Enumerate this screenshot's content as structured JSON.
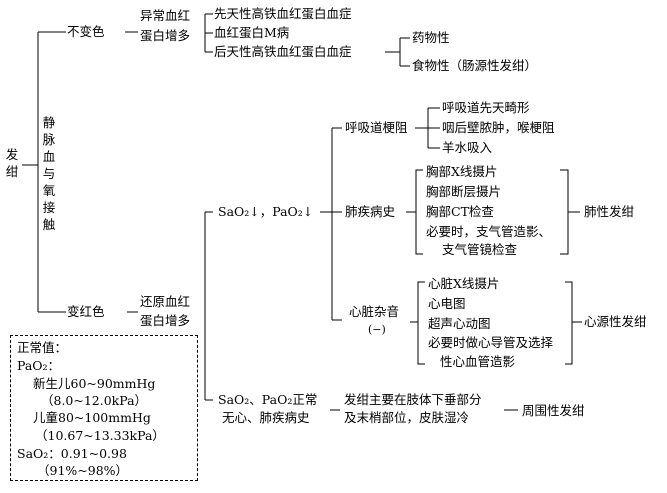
{
  "root": "发绀",
  "contact": "静脉血与氧接触",
  "noColorChange": "不变色",
  "abnormalHb": [
    "异常血红",
    "蛋白增多"
  ],
  "abnormalItems": [
    "先天性高铁血红蛋白血症",
    "血红蛋白M病",
    "后天性高铁血红蛋白血症"
  ],
  "acquiredCauses": [
    "药物性",
    "食物性（肠源性发绀）"
  ],
  "turnsRed": "变红色",
  "reducedHb": [
    "还原血红",
    "蛋白增多"
  ],
  "sao2Cond": "SaO₂↓，PaO₂↓",
  "respObstruction": "呼吸道梗阻",
  "respItems": [
    "呼吸道先天畸形",
    "咽后壁脓肿，喉梗阻",
    "羊水吸入"
  ],
  "lungHistory": "肺疾病史",
  "lungItems": [
    "胸部X线摄片",
    "胸部断层摄片",
    "胸部CT检查",
    "必要时，支气管造影、",
    "支气管镜检查"
  ],
  "lungResult": "肺性发绀",
  "heartMurmur": [
    "心脏杂音",
    "(−)"
  ],
  "heartItems": [
    "心脏X线摄片",
    "心电图",
    "超声心动图",
    "必要时做心导管及选择",
    "性心血管造影"
  ],
  "heartResult": "心源性发绀",
  "normalCond": [
    "SaO₂、PaO₂正常",
    "无心、肺疾病史"
  ],
  "peripheralDesc": [
    "发绀主要在肢体下垂部分",
    "及末梢部位，皮肤湿冷"
  ],
  "peripheralResult": "周围性发绀",
  "normalValues": {
    "title": "正常值：",
    "lines": [
      "PaO₂：",
      "新生儿60~90mmHg",
      "（8.0~12.0kPa）",
      "儿童80~100mmHg",
      "（10.67~13.33kPa）",
      "SaO₂：0.91~0.98",
      "（91%~98%）"
    ]
  }
}
